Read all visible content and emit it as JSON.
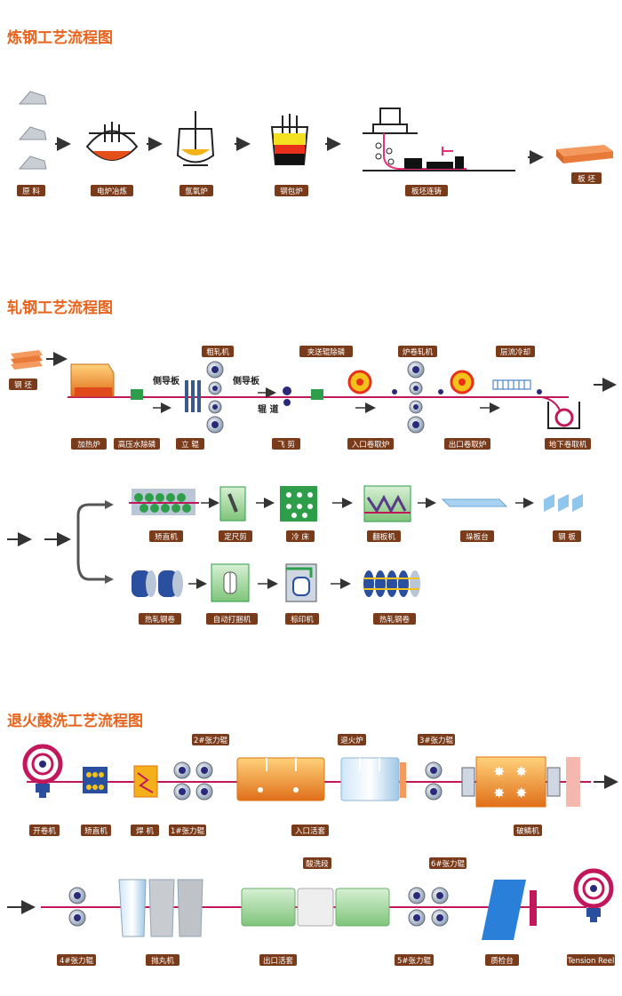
{
  "sections": {
    "smelting": {
      "title": "炼钢工艺流程图",
      "labels": [
        "原  料",
        "电炉冶炼",
        "氩氧炉",
        "钢包炉",
        "板坯连铸",
        "板  坯"
      ]
    },
    "rolling": {
      "title": "轧钢工艺流程图",
      "top_labels": [
        "粗轧机",
        "夹送辊除磷",
        "炉卷轧机",
        "层流冷却"
      ],
      "bottom_labels": [
        "钢  坯",
        "加热炉",
        "高压水除磷",
        "立  辊",
        "飞  剪",
        "入口卷取炉",
        "出口卷取炉",
        "地下卷取机"
      ],
      "inline_text": [
        "侧导板",
        "侧导板",
        "辊  道"
      ],
      "plate_labels": [
        "矫直机",
        "定尺剪",
        "冷  床",
        "翻板机",
        "垛板台",
        "钢  板"
      ],
      "coil_labels": [
        "热轧钢卷",
        "自动打捆机",
        "标印机",
        "热轧钢卷"
      ]
    },
    "pickling": {
      "title": "退火酸洗工艺流程图",
      "row1_top": [
        "2#张力辊",
        "退火炉",
        "3#张力辊"
      ],
      "row1_bottom": [
        "开卷机",
        "矫直机",
        "焊  机",
        "1#张力辊",
        "入口活套",
        "破鳞机"
      ],
      "row2_top": [
        "酸洗段",
        "6#张力辊"
      ],
      "row2_bottom": [
        "4#张力辊",
        "抛丸机",
        "出口活套",
        "5#张力辊",
        "质检台",
        "Tension Reel"
      ]
    }
  },
  "colors": {
    "title": "#e8631c",
    "label_bg": "#7a3b1a",
    "line": "#c2185b",
    "green": "#2e9e4a"
  }
}
